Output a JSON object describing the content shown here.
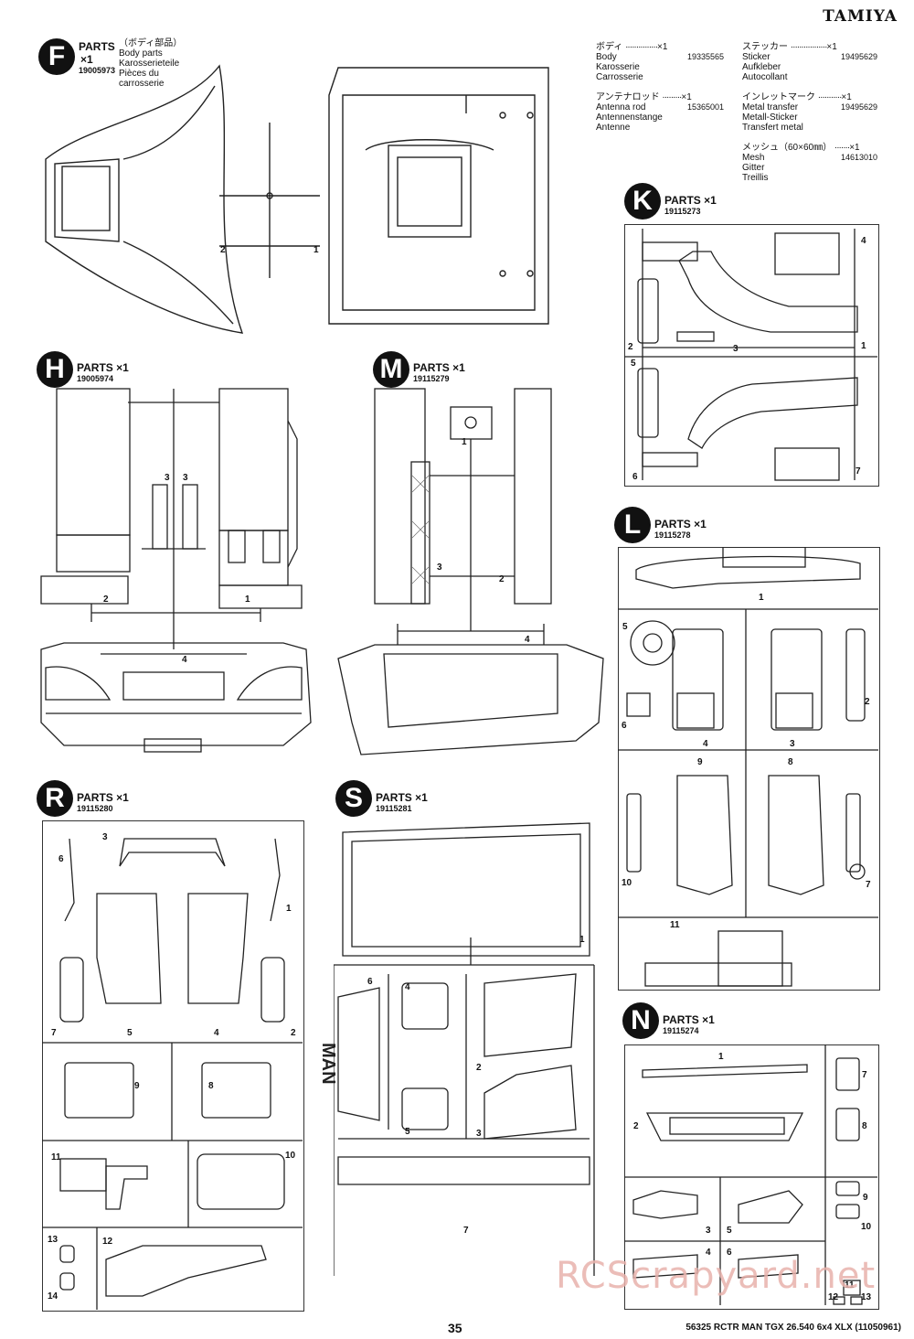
{
  "brand": "TAMIYA",
  "page_number": "35",
  "footer_code": "56325 RCTR MAN TGX 26.540 6x4 XLX (11050961)",
  "watermark": "RCScrapyard.net",
  "legend": {
    "col1": [
      {
        "jp": "ボディ",
        "code": "19335565",
        "names": [
          "Body",
          "Karosserie",
          "Carrosserie"
        ],
        "qty": "×1"
      },
      {
        "jp": "アンテナロッド",
        "code": "15365001",
        "names": [
          "Antenna rod",
          "Antennenstange",
          "Antenne"
        ],
        "qty": "×1"
      }
    ],
    "col2": [
      {
        "jp": "ステッカー",
        "code": "19495629",
        "names": [
          "Sticker",
          "Aufkleber",
          "Autocollant"
        ],
        "qty": "×1"
      },
      {
        "jp": "インレットマーク",
        "code": "19495629",
        "names": [
          "Metal transfer",
          "Metall-Sticker",
          "Transfert metal"
        ],
        "qty": "×1"
      },
      {
        "jp": "メッシュ（60×60㎜）",
        "code": "14613010",
        "names": [
          "Mesh",
          "Gitter",
          "Treillis"
        ],
        "qty": "×1"
      }
    ]
  },
  "sheets": {
    "F": {
      "letter": "F",
      "title": "PARTS",
      "qty": "×1",
      "code": "19005973",
      "jp": "（ボディ部品）",
      "names": [
        "Body parts",
        "Karosserieteile",
        "Pièces du",
        "carrosserie"
      ],
      "nums": [
        "1",
        "2"
      ]
    },
    "H": {
      "letter": "H",
      "title": "PARTS",
      "qty": "×1",
      "code": "19005974",
      "nums": [
        "1",
        "2",
        "3",
        "3",
        "4"
      ]
    },
    "M": {
      "letter": "M",
      "title": "PARTS",
      "qty": "×1",
      "code": "19115279",
      "nums": [
        "1",
        "2",
        "3",
        "4"
      ]
    },
    "K": {
      "letter": "K",
      "title": "PARTS",
      "qty": "×1",
      "code": "19115273",
      "nums": [
        "1",
        "2",
        "3",
        "4",
        "5",
        "6",
        "7"
      ]
    },
    "L": {
      "letter": "L",
      "title": "PARTS",
      "qty": "×1",
      "code": "19115278",
      "nums": [
        "1",
        "2",
        "3",
        "4",
        "5",
        "6",
        "7",
        "8",
        "9",
        "10",
        "11"
      ]
    },
    "R": {
      "letter": "R",
      "title": "PARTS",
      "qty": "×1",
      "code": "19115280",
      "nums": [
        "1",
        "2",
        "3",
        "4",
        "5",
        "6",
        "7",
        "8",
        "9",
        "10",
        "11",
        "12",
        "13",
        "14"
      ]
    },
    "S": {
      "letter": "S",
      "title": "PARTS",
      "qty": "×1",
      "code": "19115281",
      "nums": [
        "1",
        "2",
        "3",
        "4",
        "5",
        "6",
        "7"
      ]
    },
    "N": {
      "letter": "N",
      "title": "PARTS",
      "qty": "×1",
      "code": "19115274",
      "nums": [
        "1",
        "2",
        "3",
        "4",
        "5",
        "6",
        "7",
        "8",
        "9",
        "10",
        "11",
        "12",
        "13"
      ]
    }
  }
}
